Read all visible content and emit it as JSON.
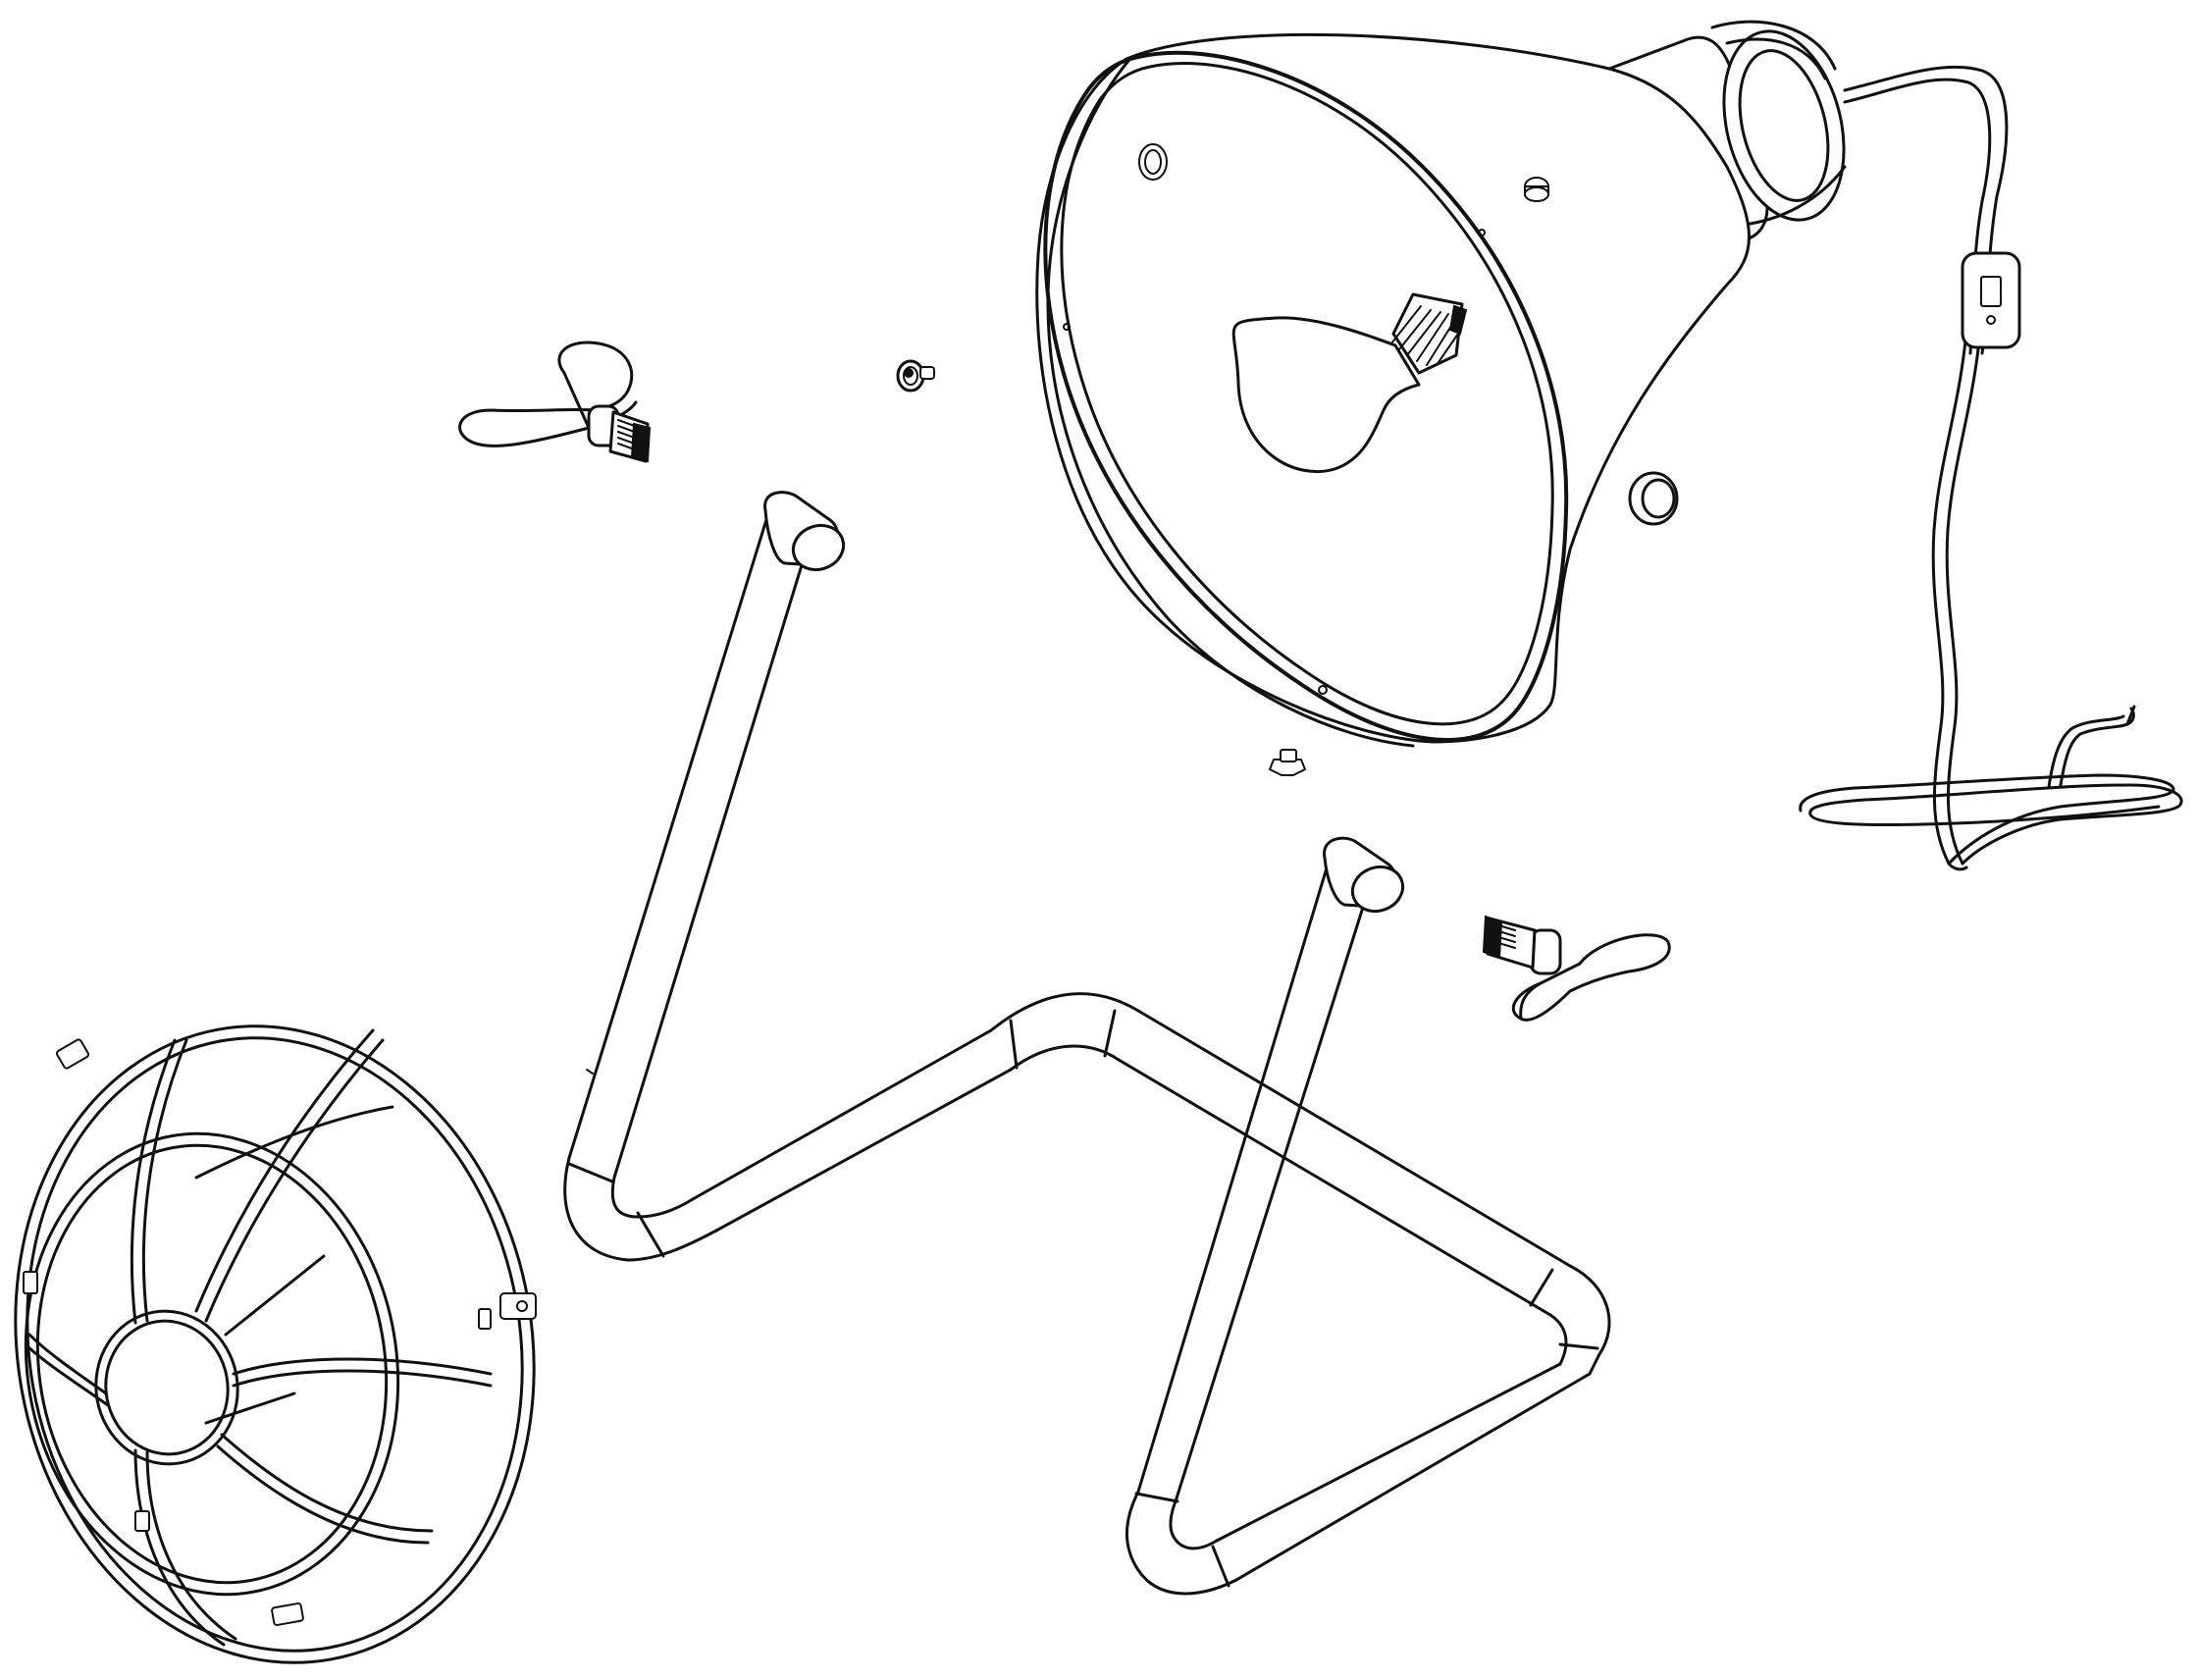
{
  "figure": {
    "kind": "exploded-assembly-line-drawing",
    "line_color": "#111111",
    "background": "#ffffff"
  },
  "parts": [
    {
      "id": "lamp-shade",
      "icon": "lamp-shade-icon"
    },
    {
      "id": "light-bulb",
      "icon": "light-bulb-icon"
    },
    {
      "id": "power-cord",
      "icon": "power-cord-icon"
    },
    {
      "id": "cord-switch",
      "icon": "inline-switch-icon"
    },
    {
      "id": "wing-nut-left",
      "icon": "wing-nut-icon"
    },
    {
      "id": "wing-nut-right",
      "icon": "wing-nut-icon"
    },
    {
      "id": "small-screw-left",
      "icon": "screw-icon"
    },
    {
      "id": "small-screw-shade",
      "icon": "screw-icon"
    },
    {
      "id": "small-screw-bottom",
      "icon": "screw-icon"
    },
    {
      "id": "tube-frame-base",
      "icon": "tube-frame-icon"
    },
    {
      "id": "wire-guard-cage",
      "icon": "wire-cage-icon"
    }
  ]
}
